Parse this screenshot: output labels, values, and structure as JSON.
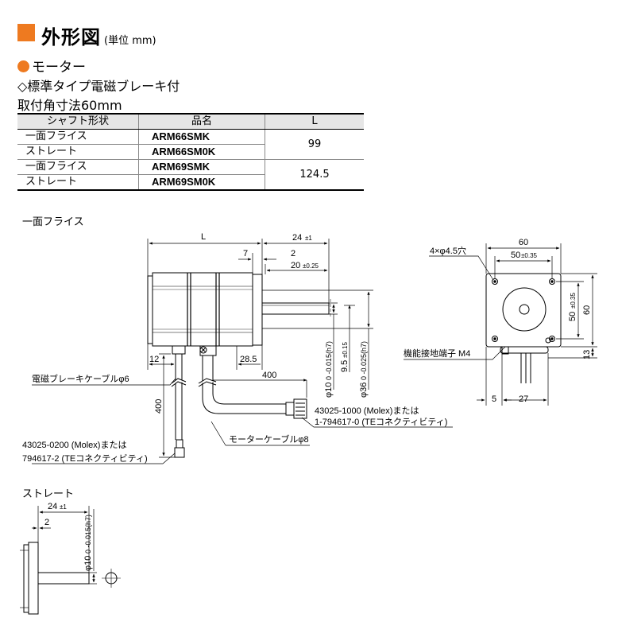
{
  "header": {
    "title": "外形図",
    "unit": "(単位 mm)",
    "section": "モーター",
    "type_label": "◇標準タイプ電磁ブレーキ付",
    "mount_label": "取付角寸法60mm"
  },
  "table": {
    "headers": [
      "シャフト形状",
      "品名",
      "L"
    ],
    "rows": [
      {
        "shape": "一面フライス",
        "model": "ARM66SMK",
        "L": "99"
      },
      {
        "shape": "ストレート",
        "model": "ARM66SM0K",
        "L": ""
      },
      {
        "shape": "一面フライス",
        "model": "ARM69SMK",
        "L": "124.5"
      },
      {
        "shape": "ストレート",
        "model": "ARM69SM0K",
        "L": ""
      }
    ]
  },
  "views": {
    "flat_label": "一面フライス",
    "straight_label": "ストレート"
  },
  "dimensions": {
    "L": "L",
    "d24": "24",
    "tol_24": "±1",
    "d7": "7",
    "d2": "2",
    "d20": "20",
    "tol_20": "±0.25",
    "d12": "12",
    "d28_5": "28.5",
    "d400h": "400",
    "d400v": "400",
    "shaft_dia": "φ10",
    "shaft_tol": "0 -0.015(h7)",
    "pilot_dia": "φ36",
    "pilot_tol": "0 -0.025(h7)",
    "d9_5": "9.5",
    "tol_9_5": "±0.15",
    "d60w": "60",
    "d50w": "50",
    "tol_50w": "±0.35",
    "d50h": "50",
    "tol_50h": "±0.35",
    "d60h": "60",
    "d13": "13",
    "d5": "5",
    "d27": "27",
    "holes": "4×φ4.5穴",
    "s24": "24",
    "s_tol24": "±1",
    "s2": "2",
    "s_shaft": "φ10",
    "s_tol": "0 -0.015(h7)"
  },
  "labels": {
    "brake_cable": "電磁ブレーキケーブルφ6",
    "motor_cable": "モーターケーブルφ8",
    "ground": "機能接地端子 M4",
    "connector_motor_1": "43025-1000 (Molex)または",
    "connector_motor_2": "1-794617-0 (TEコネクティビティ)",
    "connector_brake_1": "43025-0200 (Molex)または",
    "connector_brake_2": "794617-2 (TEコネクティビティ)"
  }
}
